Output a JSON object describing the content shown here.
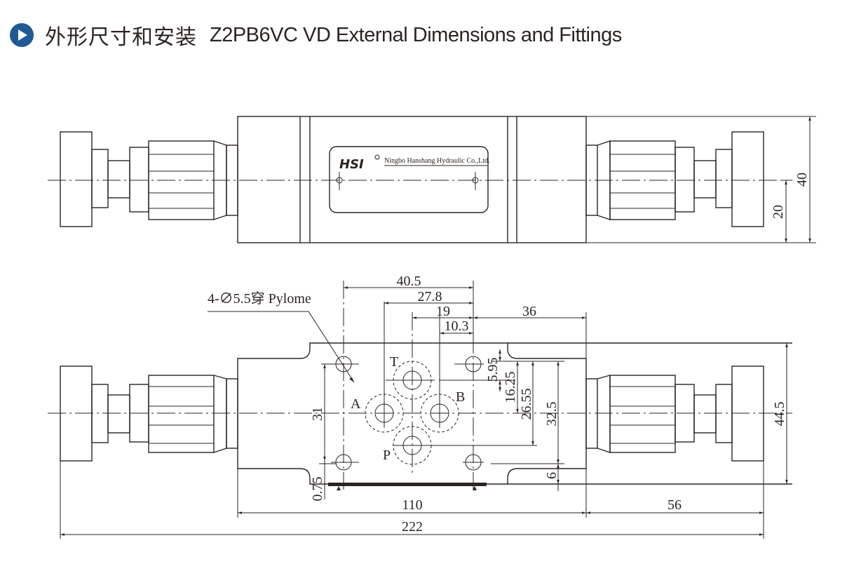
{
  "header": {
    "icon": "play-circle-icon",
    "title_cn": "外形尺寸和安装",
    "title_en": "Z2PB6VC VD External Dimensions and Fittings",
    "accent_color": "#1e5a96"
  },
  "nameplate": {
    "logo_text": "HSI",
    "company": "Ningbo Hanshang Hydraulic Co.,Ltd."
  },
  "top_view": {
    "dims": {
      "height_total": "40",
      "height_half": "20"
    }
  },
  "front_view": {
    "ports": {
      "T": "T",
      "A": "A",
      "B": "B",
      "P": "P"
    },
    "callout": "4-∅5.5穿 Pylome",
    "dims": {
      "d40_5": "40.5",
      "d27_8": "27.8",
      "d19": "19",
      "d10_3": "10.3",
      "d36": "36",
      "d31": "31",
      "d0_75": "0.75",
      "d5_95": "5.95",
      "d16_25": "16.25",
      "d26_55": "26.55",
      "d32_5": "32.5",
      "d6": "6",
      "d44_5": "44.5",
      "d110": "110",
      "d56": "56",
      "d222": "222"
    }
  }
}
